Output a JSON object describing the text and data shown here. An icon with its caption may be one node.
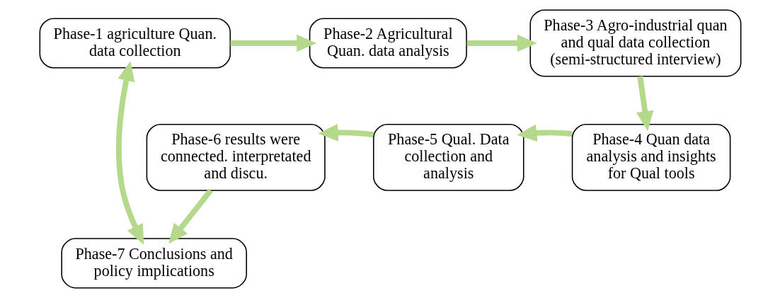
{
  "diagram": {
    "nodes": [
      {
        "text": [
          "Phase-1 agriculture Quan. data collection"
        ]
      },
      {
        "text": [
          "Phase-2 Agricultural Quan. data analysis"
        ]
      },
      {
        "text": [
          "Phase-3 Agro-industrial quan and qual data collection (semi-structured interview)"
        ]
      },
      {
        "text": [
          "Phase-7 Conclusions and policy implications"
        ]
      },
      {
        "text": [
          "Phase-6 results were connected. interpretated and discu."
        ]
      },
      {
        "text": [
          "Phase-5 Qual. Data collection and analysis"
        ]
      },
      {
        "text": [
          "Phase-4 Quan data analysis and insights for Qual tools"
        ]
      }
    ],
    "edges": [
      {
        "from": 0,
        "to": 1,
        "arrow": "to"
      },
      {
        "from": 1,
        "to": 2,
        "arrow": "to"
      },
      {
        "from": 2,
        "to": 6,
        "arrow": "to"
      },
      {
        "from": 6,
        "to": 5,
        "arrow": "to"
      },
      {
        "from": 5,
        "to": 4,
        "arrow": "to"
      },
      {
        "from": 4,
        "to": 3,
        "arrow": "to"
      },
      {
        "from": 0,
        "to": 3,
        "arrow": "both"
      }
    ]
  }
}
